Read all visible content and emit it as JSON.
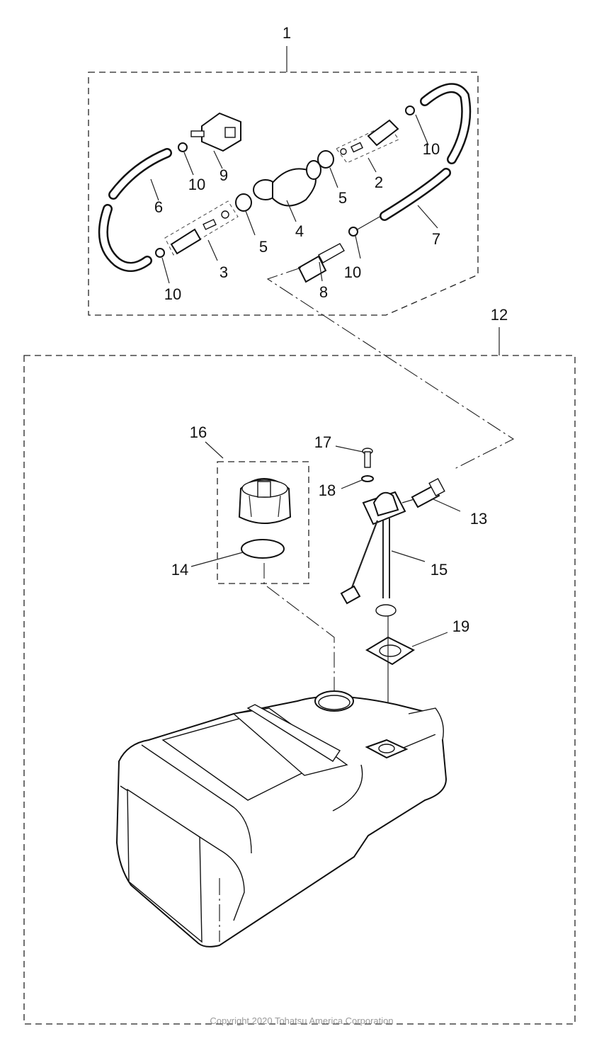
{
  "diagram": {
    "title": "Fuel Tank & Fuel Line Assembly (exploded parts view)",
    "callouts": [
      {
        "id": "1",
        "part": "fuel-line-assembly"
      },
      {
        "id": "2",
        "part": "connector-set-tank-side"
      },
      {
        "id": "3",
        "part": "connector-set-engine-side"
      },
      {
        "id": "4",
        "part": "primer-bulb"
      },
      {
        "id": "5",
        "part": "hose-clamp"
      },
      {
        "id": "6",
        "part": "fuel-hose"
      },
      {
        "id": "7",
        "part": "fuel-hose"
      },
      {
        "id": "8",
        "part": "fuel-connector"
      },
      {
        "id": "9",
        "part": "fuel-connector-engine"
      },
      {
        "id": "10",
        "part": "clip"
      },
      {
        "id": "12",
        "part": "fuel-tank-assembly"
      },
      {
        "id": "13",
        "part": "tank-nipple"
      },
      {
        "id": "14",
        "part": "o-ring"
      },
      {
        "id": "15",
        "part": "fuel-gauge-pickup"
      },
      {
        "id": "16",
        "part": "tank-cap-set"
      },
      {
        "id": "17",
        "part": "screw"
      },
      {
        "id": "18",
        "part": "washer"
      },
      {
        "id": "19",
        "part": "gasket"
      }
    ],
    "labels": {
      "l1": "1",
      "l2": "2",
      "l3": "3",
      "l4": "4",
      "l5a": "5",
      "l5b": "5",
      "l6": "6",
      "l7": "7",
      "l8": "8",
      "l9": "9",
      "l10a": "10",
      "l10b": "10",
      "l10c": "10",
      "l10d": "10",
      "l12": "12",
      "l13": "13",
      "l14": "14",
      "l15": "15",
      "l16": "16",
      "l17": "17",
      "l18": "18",
      "l19": "19"
    },
    "copyright": "Copyright 2020 Tohatsu America Corporation"
  }
}
